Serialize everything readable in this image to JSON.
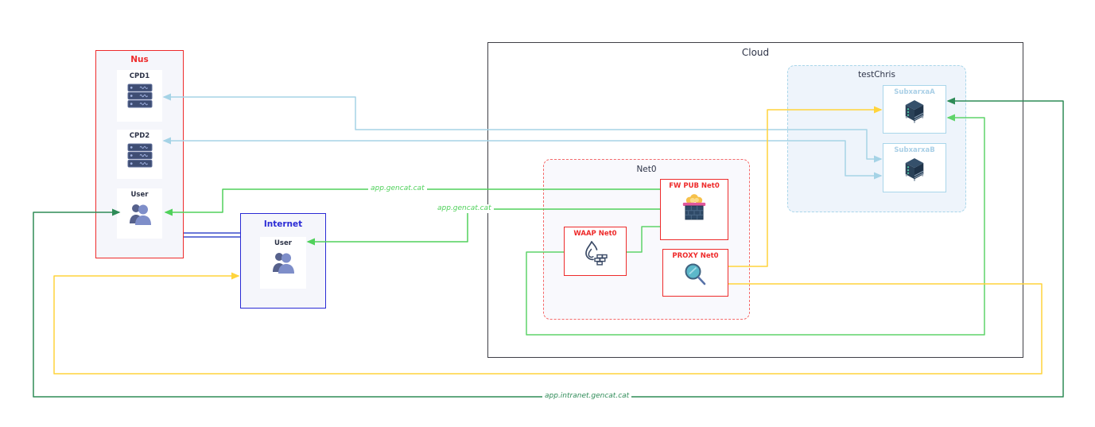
{
  "colors": {
    "red": "#ee2b2b",
    "red_dash": "#f56a6a",
    "blue": "#2b2bd5",
    "double_blue": "#3a4ccb",
    "dark": "#2d3347",
    "light_blue_border": "#a9d6ea",
    "subnet_label": "#a9cfe6",
    "line_lightblue": "#a5d3e6",
    "line_yellow": "#ffd43b",
    "line_green": "#50d15b",
    "line_mint": "#5fd46a",
    "line_darkgreen": "#2e8b57",
    "box_bg": "#f5f6fb",
    "testchris_bg": "#eef4fb",
    "net0_bg": "#f9f9fd"
  },
  "nus": {
    "title": "Nus",
    "nodes": [
      {
        "label": "CPD1"
      },
      {
        "label": "CPD2"
      },
      {
        "label": "User"
      }
    ]
  },
  "internet": {
    "title": "Internet",
    "nodes": [
      {
        "label": "User"
      }
    ]
  },
  "cloud": {
    "title": "Cloud"
  },
  "testchris": {
    "title": "testChris",
    "nodes": [
      {
        "label": "SubxarxaA"
      },
      {
        "label": "SubxarxaB"
      }
    ]
  },
  "net0": {
    "title": "Net0",
    "nodes": [
      {
        "label": "FW PUB Net0"
      },
      {
        "label": "WAAP Net0"
      },
      {
        "label": "PROXY Net0"
      }
    ]
  },
  "line_labels": {
    "app_nus": "app.gencat.cat",
    "app_internet": "app.gencat.cat",
    "intranet": "app.intranet.gencat.cat"
  }
}
